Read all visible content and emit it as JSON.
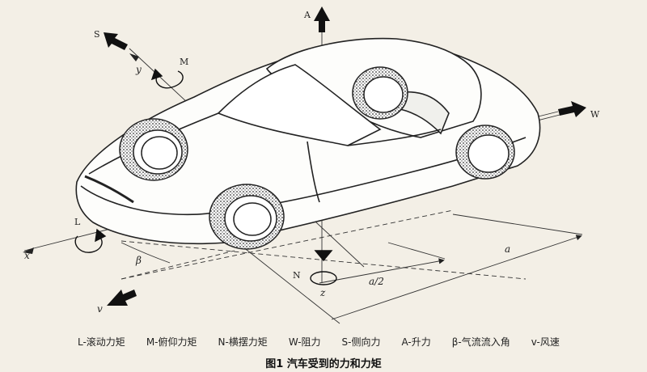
{
  "axes": {
    "A": "A",
    "S": "S",
    "M": "M",
    "y": "y",
    "W": "W",
    "L": "L",
    "x": "x",
    "beta": "β",
    "v": "v",
    "N": "N",
    "z": "z",
    "a": "a",
    "a_half": "a/2"
  },
  "legend": [
    "L-滚动力矩",
    "M-俯仰力矩",
    "N-横摆力矩",
    "W-阻力",
    "S-侧向力",
    "A-升力",
    "β-气流流入角",
    "v-风速"
  ],
  "caption": "图1  汽车受到的力和力矩",
  "colors": {
    "background": "#f3efe6",
    "ink": "#222222"
  }
}
